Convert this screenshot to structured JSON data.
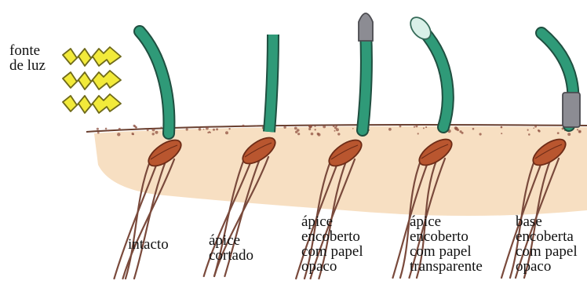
{
  "light_source": {
    "label": "fonte\nde luz",
    "arrow_count": 3
  },
  "seedlings": [
    {
      "id": "intact",
      "label": "intacto",
      "tip": "intact",
      "bends_toward_light": true
    },
    {
      "id": "tip-cut",
      "label": "ápice\ncortado",
      "tip": "cut",
      "bends_toward_light": false
    },
    {
      "id": "tip-opaque-cap",
      "label": "ápice\nencoberto\ncom papel\nopaco",
      "tip": "opaque-cap",
      "bends_toward_light": false
    },
    {
      "id": "tip-transparent-cap",
      "label": "ápice\nencoberto\ncom papel\ntransparente",
      "tip": "transparent-cap",
      "bends_toward_light": true
    },
    {
      "id": "base-opaque-sleeve",
      "label": "base\nencoberta\ncom papel\nopaco",
      "tip": "base-opaque-sleeve",
      "bends_toward_light": true
    }
  ],
  "colors": {
    "stem": "#2f9a78",
    "stem_outline": "#1f4f40",
    "soil": "#f7dfc2",
    "soil_line": "#6a4030",
    "seed": "#b9562f",
    "seed_dark": "#6e2c17",
    "root": "#7a4a3c",
    "arrow_fill": "#f2ea3a",
    "arrow_outline": "#6f6a1a",
    "opaque_cap": "#8c8c93",
    "transparent_cap": "#d9f0e8"
  }
}
